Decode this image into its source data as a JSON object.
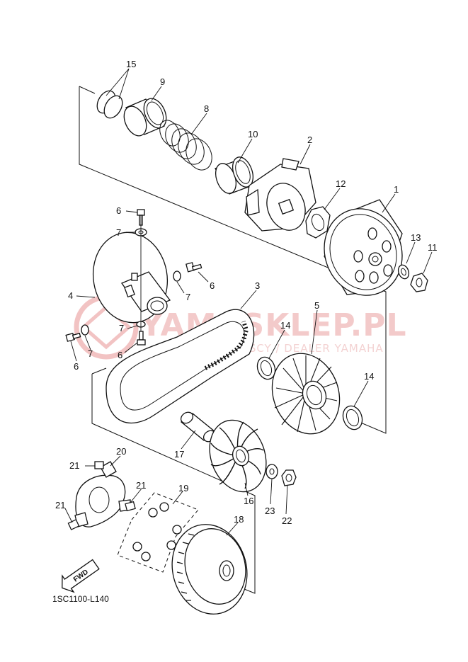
{
  "watermark": {
    "brand": "YAMASKLEP.PL",
    "subtitle": "WOJCIECHOWSCY / DEALER YAMAHA",
    "color": "#e8a0a0"
  },
  "diagram_code": "1SC1100-L140",
  "fwd_label": "FWD",
  "callouts": {
    "c1": "1",
    "c2": "2",
    "c3": "3",
    "c4": "4",
    "c5": "5",
    "c6a": "6",
    "c6b": "6",
    "c6c": "6",
    "c6d": "6",
    "c7a": "7",
    "c7b": "7",
    "c7c": "7",
    "c7d": "7",
    "c8": "8",
    "c9": "9",
    "c10": "10",
    "c11": "11",
    "c12": "12",
    "c13": "13",
    "c14a": "14",
    "c14b": "14",
    "c15": "15",
    "c16": "16",
    "c17": "17",
    "c18": "18",
    "c19": "19",
    "c20": "20",
    "c21a": "21",
    "c21b": "21",
    "c21c": "21",
    "c22": "22",
    "c23": "23"
  }
}
